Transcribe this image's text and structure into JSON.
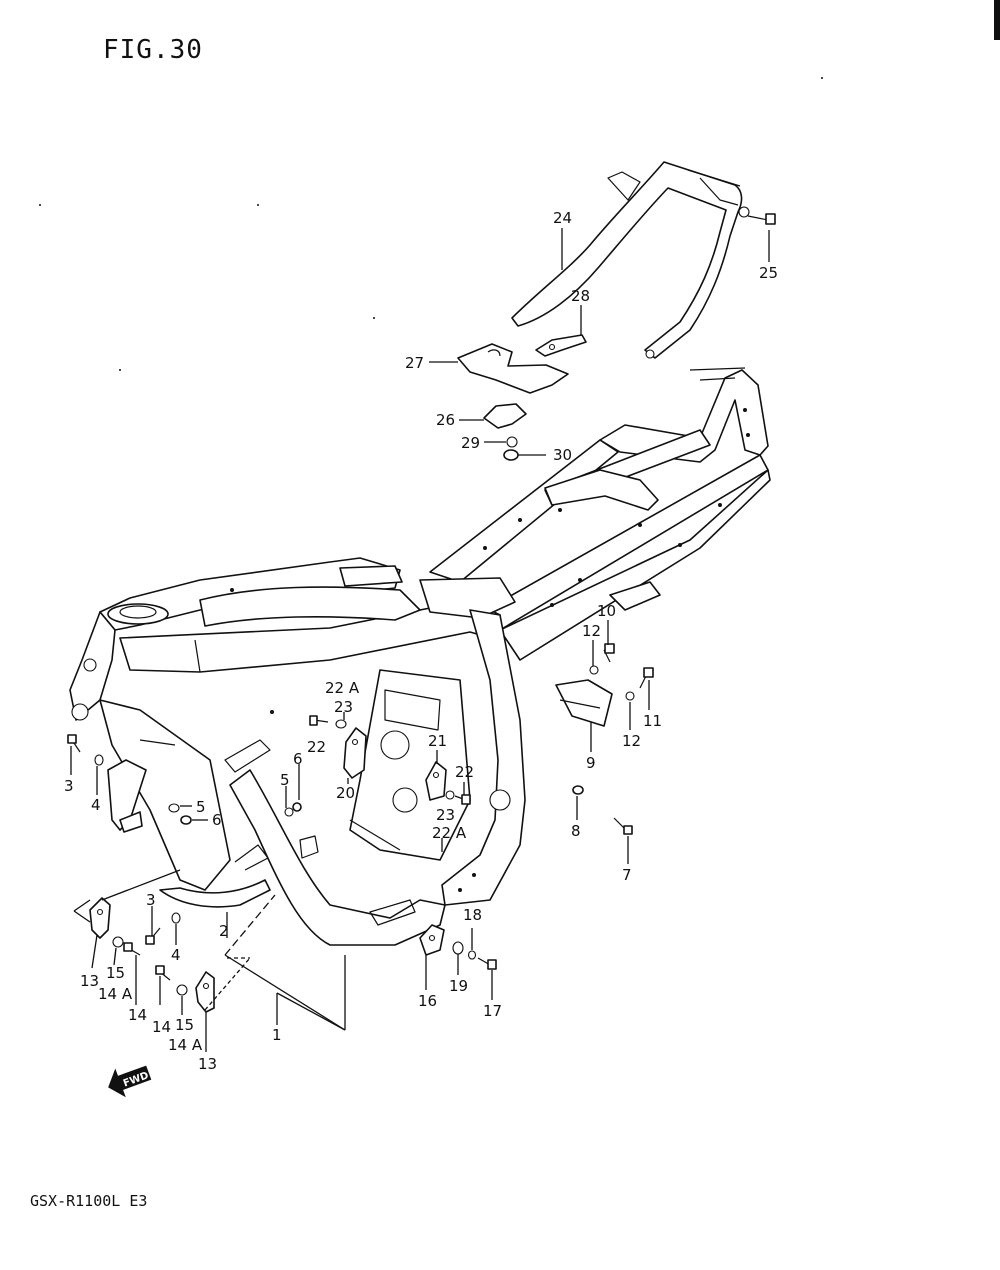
{
  "figure_title": "FIG.30",
  "model_code": "GSX-R1100L E3",
  "fwd_label": "FWD",
  "callouts": {
    "c1": "1",
    "c2": "2",
    "c3a": "3",
    "c3b": "3",
    "c4a": "4",
    "c4b": "4",
    "c5a": "5",
    "c5b": "5",
    "c6a": "6",
    "c6b": "6",
    "c7": "7",
    "c8": "8",
    "c9": "9",
    "c10": "10",
    "c11": "11",
    "c12a": "12",
    "c12b": "12",
    "c13a": "13",
    "c13b": "13",
    "c14a": "14",
    "c14b": "14",
    "c14Aa": "14 A",
    "c14Ab": "14 A",
    "c15a": "15",
    "c15b": "15",
    "c16": "16",
    "c17": "17",
    "c18": "18",
    "c19": "19",
    "c20": "20",
    "c21": "21",
    "c22a": "22",
    "c22b": "22",
    "c22Aa": "22 A",
    "c22Ab": "22 A",
    "c23a": "23",
    "c23b": "23",
    "c24": "24",
    "c25": "25",
    "c26": "26",
    "c27": "27",
    "c28": "28",
    "c29": "29",
    "c30": "30"
  }
}
